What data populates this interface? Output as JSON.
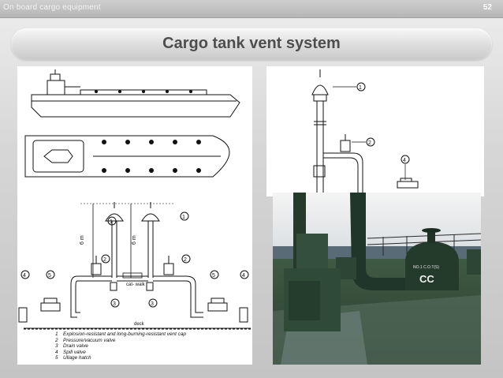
{
  "header": {
    "section_label": "On board cargo equipment",
    "page_number": "52"
  },
  "slide": {
    "title": "Cargo tank vent system"
  },
  "diagram_left": {
    "height_labels": [
      "6 m",
      "6 m"
    ],
    "catwalk_label": "cat-\nwalk",
    "deck_label": "deck",
    "callouts": [
      "1",
      "1",
      "2",
      "2",
      "3",
      "3",
      "4",
      "4",
      "5",
      "5"
    ],
    "legend": [
      {
        "num": "1",
        "text": "Explosion-resistant and long-burning-resistant vent cap"
      },
      {
        "num": "2",
        "text": "Pressure/vacuum valve"
      },
      {
        "num": "3",
        "text": "Drain valve"
      },
      {
        "num": "4",
        "text": "Spill valve"
      },
      {
        "num": "5",
        "text": "Ullage hatch"
      }
    ]
  },
  "diagram_right": {
    "callouts": [
      "1",
      "2",
      "4"
    ]
  },
  "photo": {
    "tank_marking": "NO.1 C.O.T(S)",
    "tank_letters": "CC"
  }
}
